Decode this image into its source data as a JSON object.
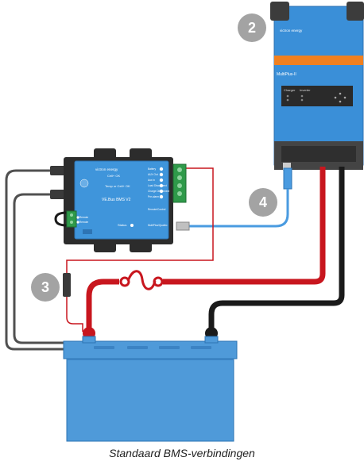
{
  "caption": "Standaard BMS-verbindingen",
  "callouts": [
    "2",
    "4",
    "3"
  ],
  "multiplus": {
    "brand": "victron energy",
    "model": "MultiPlus-II",
    "panel_left": "Charger",
    "panel_right": "Inverter"
  },
  "bms": {
    "brand": "victron energy",
    "model": "VE.Bus BMS V2",
    "left_labels": [
      "Cell+ OK",
      "Temp or Cell+ OK"
    ],
    "right_labels": [
      "Battery",
      "AUX Out",
      "Aux in",
      "Load Disconnect",
      "Charge Disconnect",
      "Pre-alarm"
    ],
    "side_labels": [
      "Remote",
      "Remote"
    ],
    "status_label": "Status",
    "remote_label": "Remote/Control",
    "port_label": "MultiPlus/Quattro"
  },
  "colors": {
    "blue_device": "#3a8fd8",
    "battery": "#4f9ad9",
    "red_cable": "#c8161e",
    "black_cable": "#1a1a1a",
    "ve_bus_cable": "#4a9be0",
    "callout": "#a3a3a3",
    "caption": "#222222"
  },
  "icons": [
    "fuse-icon",
    "battery-terminal-icon",
    "rj45-connector-icon",
    "terminal-block-icon"
  ]
}
